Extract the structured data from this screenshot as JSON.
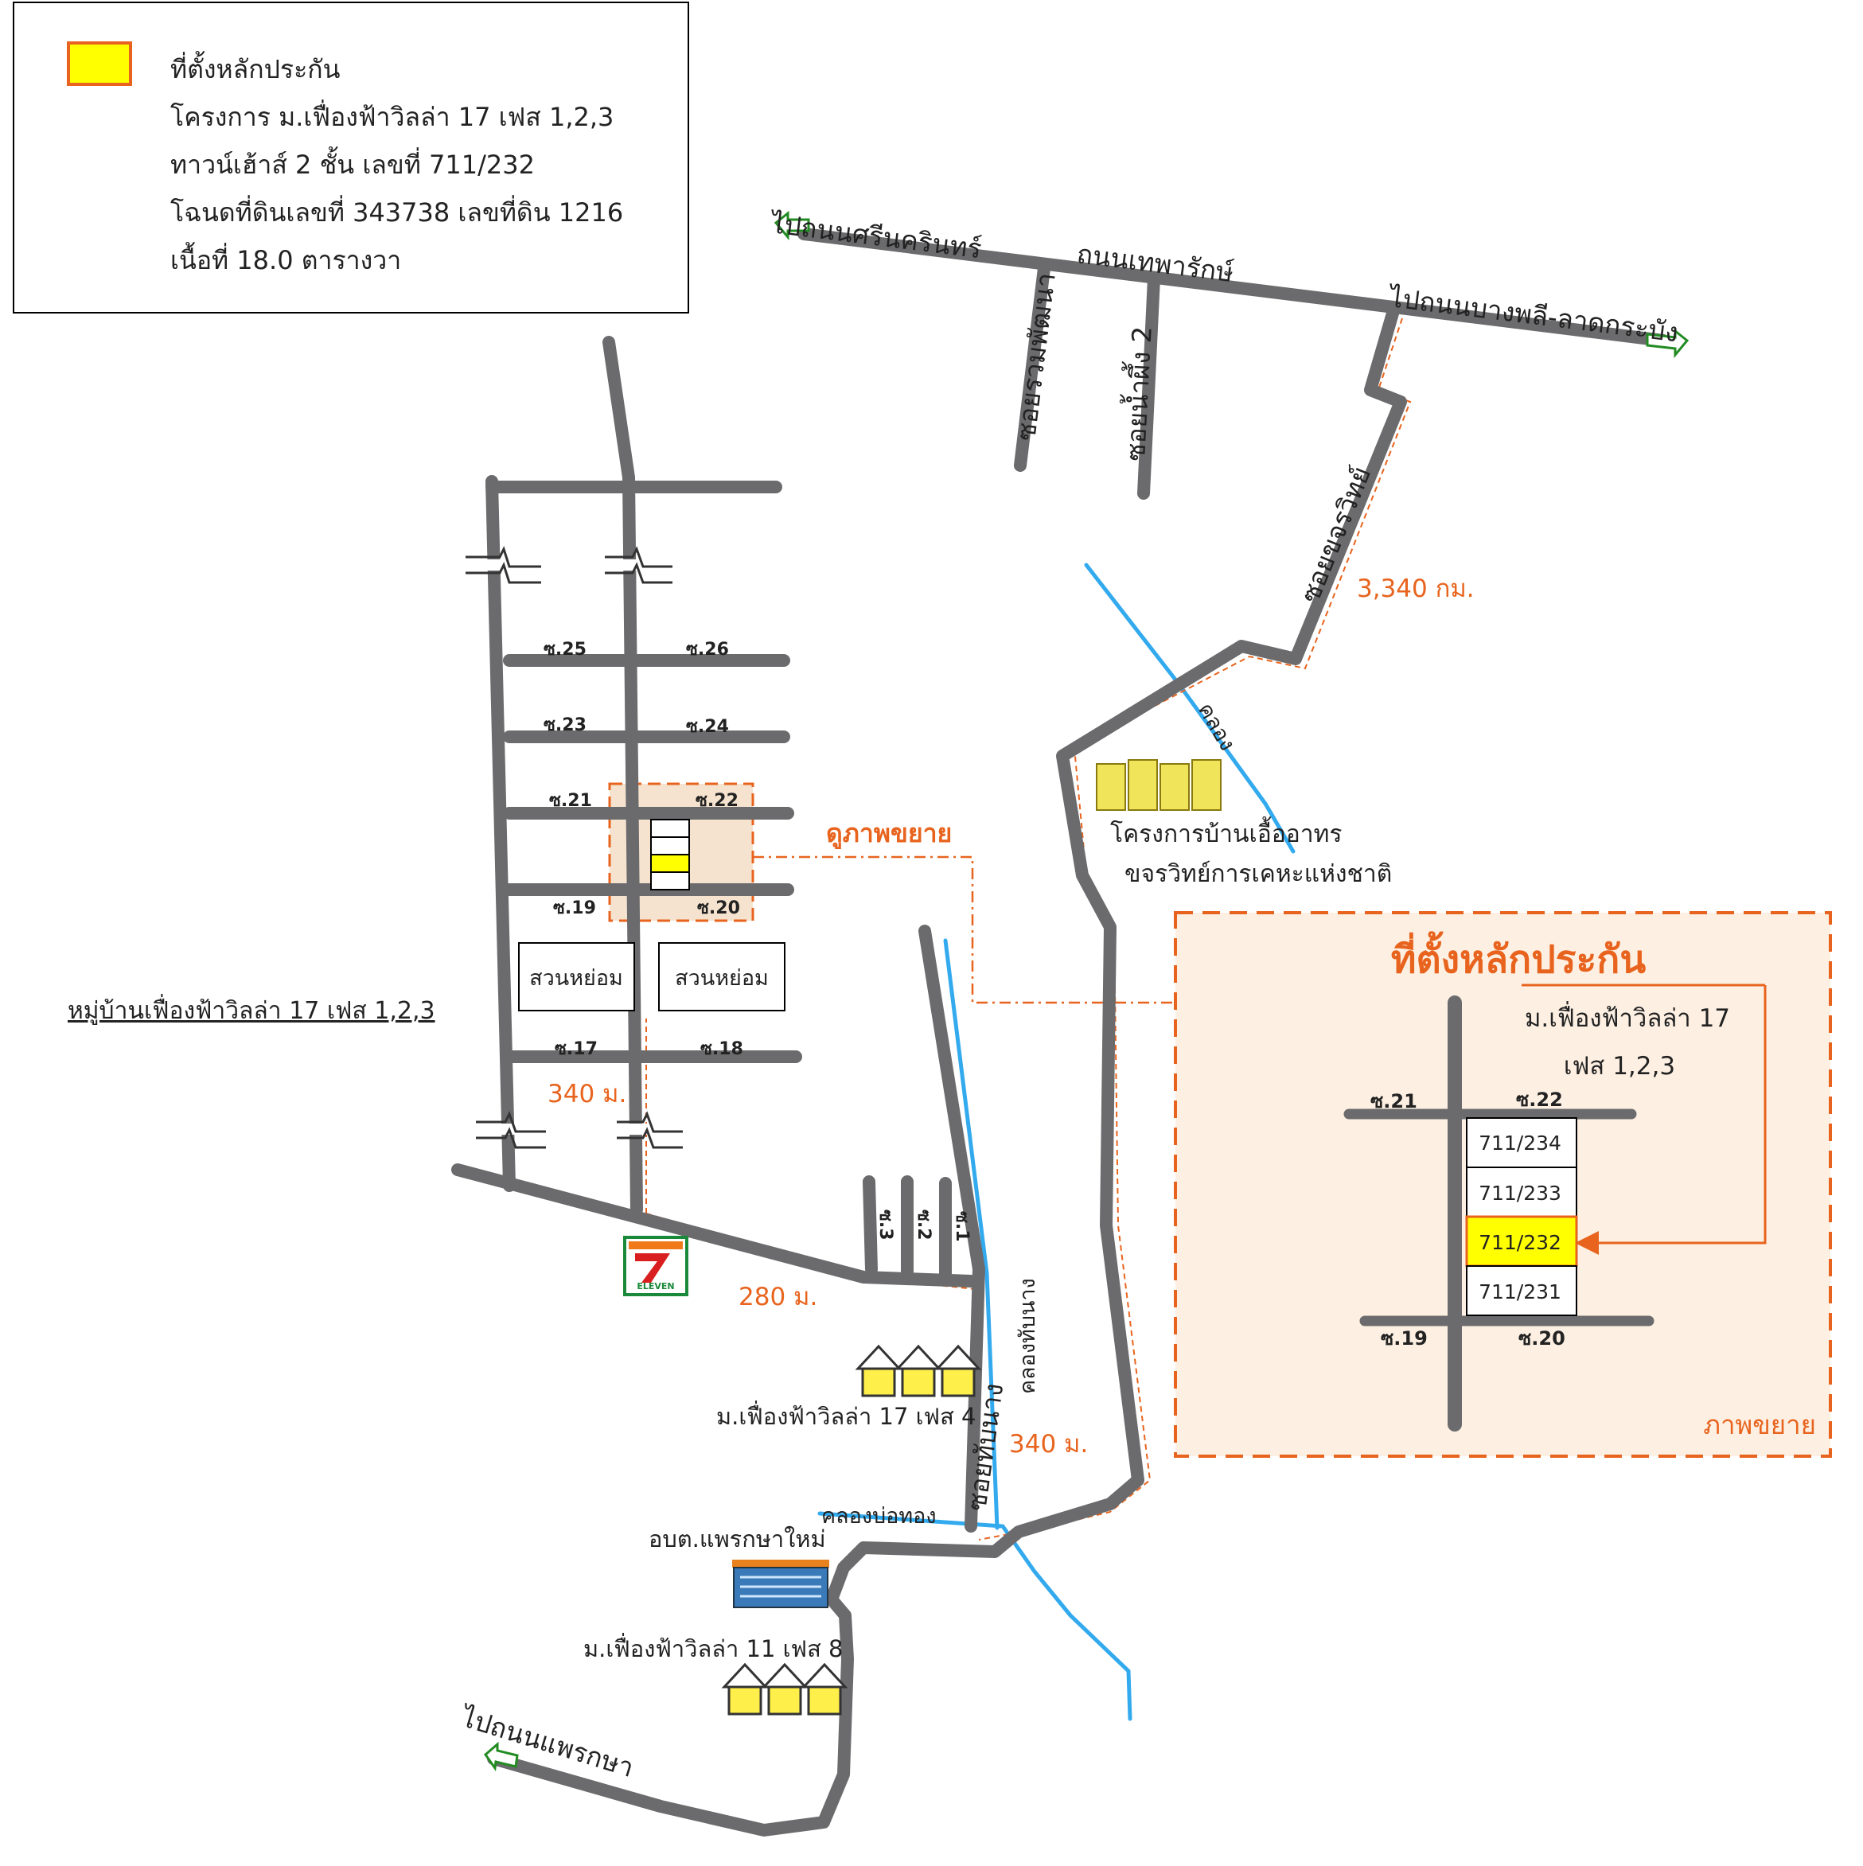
{
  "legend": {
    "line1": "ที่ตั้งหลักประกัน",
    "line2": "โครงการ ม.เฟื่องฟ้าวิลล่า 17 เฟส 1,2,3",
    "line3": "ทาวน์เฮ้าส์ 2 ชั้น เลขที่ 711/232",
    "line4": "โฉนดที่ดินเลขที่ 343738 เลขที่ดิน 1216",
    "line5": "เนื้อที่ 18.0 ตารางวา"
  },
  "roads": {
    "srinakarin": "ไปถนนศรีนครินทร์",
    "thepharak": "ถนนเทพารักษ์",
    "bangphli": "ไปถนนบางพลี-ลาดกระบัง",
    "soi_ruam": "ซอยรวมพัฒนา",
    "soi_nampueng": "ซอยน้ำผึ้ง 2",
    "soi_khachon": "ซอยขจรวิทย์",
    "soi_thapnang": "ซอยทับนาง",
    "phraeksa": "ไปถนนแพรกษา"
  },
  "sois": {
    "s25": "ซ.25",
    "s26": "ซ.26",
    "s23": "ซ.23",
    "s24": "ซ.24",
    "s21": "ซ.21",
    "s22": "ซ.22",
    "s19": "ซ.19",
    "s20": "ซ.20",
    "s17": "ซ.17",
    "s18": "ซ.18",
    "s3": "ซ.3",
    "s2": "ซ.2",
    "s1": "ซ.1"
  },
  "places": {
    "park1": "สวนหย่อม",
    "park2": "สวนหย่อม",
    "village": "หมู่บ้านเฟื่องฟ้าวิลล่า 17 เฟส 1,2,3",
    "housing_1": "โครงการบ้านเอื้ออาทร",
    "housing_2": "ขจรวิทย์การเคหะแห่งชาติ",
    "phase4": "ม.เฟื่องฟ้าวิลล่า 17 เฟส 4",
    "obt": "อบต.แพรกษาใหม่",
    "phase8": "ม.เฟื่องฟ้าวิลล่า 11 เฟส 8",
    "canal": "คลอง",
    "canal_thapnang": "คลองทับนาง",
    "canal_bothong": "คลองบ่อทอง",
    "store": "ELEVEN"
  },
  "distances": {
    "d3340": "3,340 กม.",
    "d340a": "340 ม.",
    "d280": "280 ม.",
    "d340b": "340 ม."
  },
  "zoom_link": "ดูภาพขยาย",
  "inset": {
    "title": "ที่ตั้งหลักประกัน",
    "sub1": "ม.เฟื่องฟ้าวิลล่า 17",
    "sub2": "เฟส 1,2,3",
    "s21": "ซ.21",
    "s22": "ซ.22",
    "s19": "ซ.19",
    "s20": "ซ.20",
    "unit1": "711/234",
    "unit2": "711/233",
    "unit3": "711/232",
    "unit4": "711/231",
    "footer": "ภาพขยาย"
  },
  "colors": {
    "road": "#6b6b6d",
    "water": "#33aaee",
    "accent": "#e8641e",
    "highlight": "#ffff00",
    "inset_fill": "#fdf0e3"
  }
}
